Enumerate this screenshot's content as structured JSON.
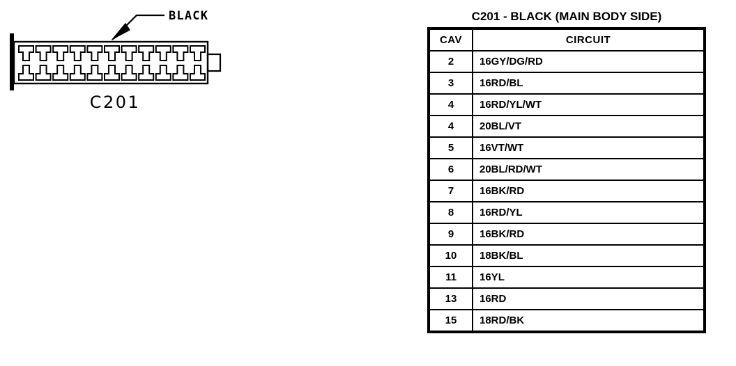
{
  "diagram": {
    "callout_label": "BLACK",
    "connector_name": "C201",
    "cavity_columns": 11,
    "cavity_rows": 2
  },
  "table": {
    "title": "C201 - BLACK (MAIN BODY SIDE)",
    "columns": [
      "CAV",
      "CIRCUIT"
    ],
    "rows": [
      {
        "cav": "2",
        "circuit": "16GY/DG/RD"
      },
      {
        "cav": "3",
        "circuit": "16RD/BL"
      },
      {
        "cav": "4",
        "circuit": "16RD/YL/WT"
      },
      {
        "cav": "4",
        "circuit": "20BL/VT"
      },
      {
        "cav": "5",
        "circuit": "16VT/WT"
      },
      {
        "cav": "6",
        "circuit": "20BL/RD/WT"
      },
      {
        "cav": "7",
        "circuit": "16BK/RD"
      },
      {
        "cav": "8",
        "circuit": "16RD/YL"
      },
      {
        "cav": "9",
        "circuit": "16BK/RD"
      },
      {
        "cav": "10",
        "circuit": "18BK/BL"
      },
      {
        "cav": "11",
        "circuit": "16YL"
      },
      {
        "cav": "13",
        "circuit": "16RD"
      },
      {
        "cav": "15",
        "circuit": "18RD/BK"
      }
    ]
  },
  "colors": {
    "ink": "#000000",
    "paper": "#ffffff"
  }
}
